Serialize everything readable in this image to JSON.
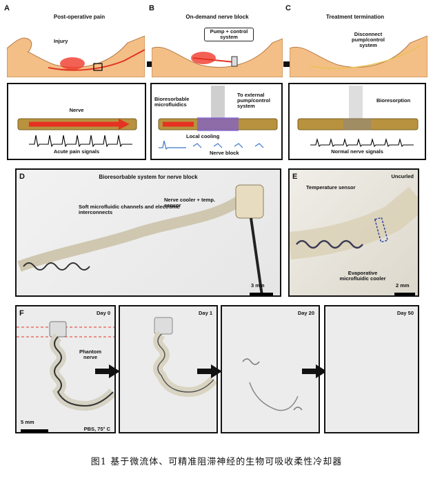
{
  "panelA": {
    "letter": "A",
    "title": "Post-operative pain",
    "injury": "Injury",
    "nerve": "Nerve",
    "signals": "Acute pain signals"
  },
  "panelB": {
    "letter": "B",
    "title": "On-demand nerve block",
    "pump": "Pump + control system",
    "bioresorbable": "Bioresorbable microfluidics",
    "external": "To external pump/control system",
    "cooling": "Local cooling",
    "block": "Nerve block"
  },
  "panelC": {
    "letter": "C",
    "title": "Treatment termination",
    "disconnect": "Disconnect pump/control system",
    "bioresorption": "Bioresorption",
    "signals": "Normal nerve signals"
  },
  "panelD": {
    "letter": "D",
    "title": "Bioresorbable system for nerve block",
    "channels": "Soft microfluidic channels and electronic interconnects",
    "cooler": "Nerve cooler + temp. sensor",
    "scale": "3 mm"
  },
  "panelE": {
    "letter": "E",
    "uncurled": "Uncurled",
    "sensor": "Temperature sensor",
    "evap": "Evaporative microfluidic cooler",
    "scale": "2 mm"
  },
  "panelF": {
    "letter": "F",
    "days": [
      "Day 0",
      "Day 1",
      "Day 20",
      "Day 50"
    ],
    "phantom": "Phantom nerve",
    "scale": "5 mm",
    "condition": "PBS, 75° C"
  },
  "caption": "图1 基于微流体、可精准阻滞神经的生物可吸收柔性冷却器",
  "colors": {
    "nerve": "#b8923e",
    "pain": "#e53222",
    "cool": "#7a5cd6",
    "skin": "#f3bf86"
  }
}
